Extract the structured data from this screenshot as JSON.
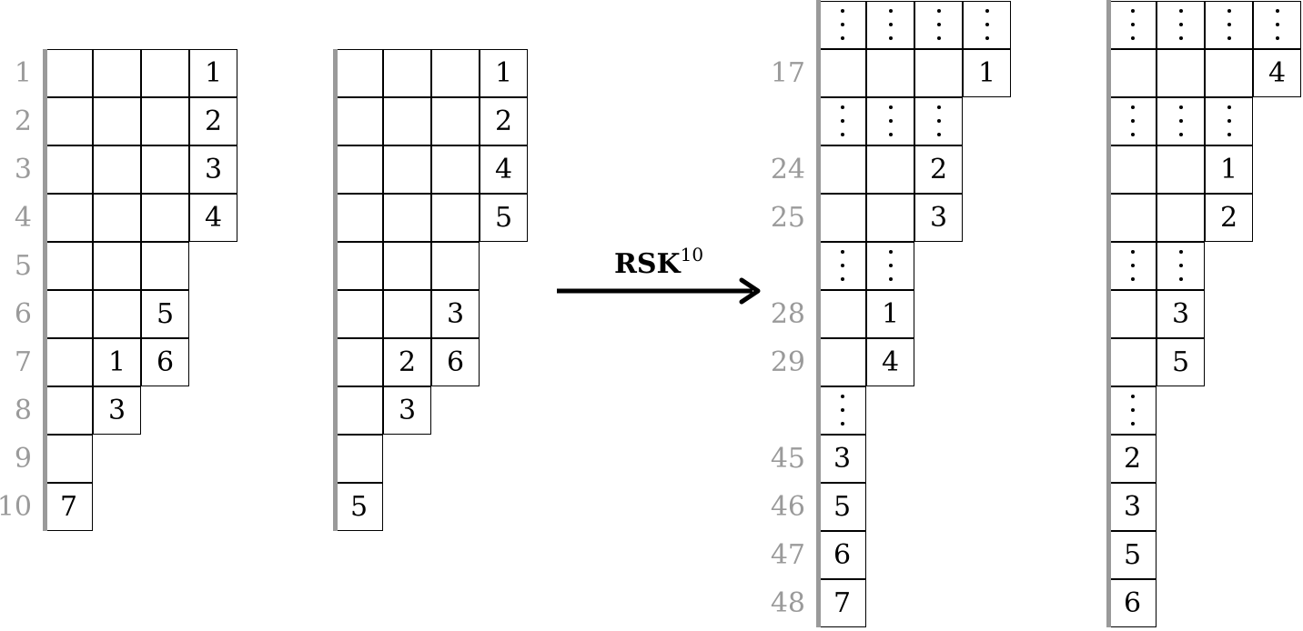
{
  "arrow": {
    "label": "RSK",
    "exponent": "10"
  },
  "left_pair": {
    "row_labels": [
      "1",
      "2",
      "3",
      "4",
      "5",
      "6",
      "7",
      "8",
      "9",
      "10"
    ],
    "row_lengths": [
      4,
      4,
      4,
      4,
      3,
      3,
      3,
      2,
      1,
      1
    ],
    "P": {
      "entries": [
        {
          "row": 0,
          "col": 3,
          "value": "1"
        },
        {
          "row": 1,
          "col": 3,
          "value": "2"
        },
        {
          "row": 2,
          "col": 3,
          "value": "3"
        },
        {
          "row": 3,
          "col": 3,
          "value": "4"
        },
        {
          "row": 5,
          "col": 2,
          "value": "5"
        },
        {
          "row": 6,
          "col": 1,
          "value": "1"
        },
        {
          "row": 6,
          "col": 2,
          "value": "6"
        },
        {
          "row": 7,
          "col": 1,
          "value": "3"
        },
        {
          "row": 9,
          "col": 0,
          "value": "7"
        }
      ]
    },
    "Q": {
      "entries": [
        {
          "row": 0,
          "col": 3,
          "value": "1"
        },
        {
          "row": 1,
          "col": 3,
          "value": "2"
        },
        {
          "row": 2,
          "col": 3,
          "value": "4"
        },
        {
          "row": 3,
          "col": 3,
          "value": "5"
        },
        {
          "row": 5,
          "col": 2,
          "value": "3"
        },
        {
          "row": 6,
          "col": 1,
          "value": "2"
        },
        {
          "row": 6,
          "col": 2,
          "value": "6"
        },
        {
          "row": 7,
          "col": 1,
          "value": "3"
        },
        {
          "row": 9,
          "col": 0,
          "value": "5"
        }
      ]
    }
  },
  "right_pair": {
    "rows": [
      {
        "label": "",
        "length": 4,
        "dots": true
      },
      {
        "label": "17",
        "length": 4,
        "dots": false
      },
      {
        "label": "",
        "length": 3,
        "dots": true
      },
      {
        "label": "24",
        "length": 3,
        "dots": false
      },
      {
        "label": "25",
        "length": 3,
        "dots": false
      },
      {
        "label": "",
        "length": 2,
        "dots": true
      },
      {
        "label": "28",
        "length": 2,
        "dots": false
      },
      {
        "label": "29",
        "length": 2,
        "dots": false
      },
      {
        "label": "",
        "length": 1,
        "dots": true
      },
      {
        "label": "45",
        "length": 1,
        "dots": false
      },
      {
        "label": "46",
        "length": 1,
        "dots": false
      },
      {
        "label": "47",
        "length": 1,
        "dots": false
      },
      {
        "label": "48",
        "length": 1,
        "dots": false
      }
    ],
    "P": {
      "entries": [
        {
          "row": 1,
          "col": 3,
          "value": "1"
        },
        {
          "row": 3,
          "col": 2,
          "value": "2"
        },
        {
          "row": 4,
          "col": 2,
          "value": "3"
        },
        {
          "row": 6,
          "col": 1,
          "value": "1"
        },
        {
          "row": 7,
          "col": 1,
          "value": "4"
        },
        {
          "row": 9,
          "col": 0,
          "value": "3"
        },
        {
          "row": 10,
          "col": 0,
          "value": "5"
        },
        {
          "row": 11,
          "col": 0,
          "value": "6"
        },
        {
          "row": 12,
          "col": 0,
          "value": "7"
        }
      ]
    },
    "Q": {
      "entries": [
        {
          "row": 1,
          "col": 3,
          "value": "4"
        },
        {
          "row": 3,
          "col": 2,
          "value": "1"
        },
        {
          "row": 4,
          "col": 2,
          "value": "2"
        },
        {
          "row": 6,
          "col": 1,
          "value": "3"
        },
        {
          "row": 7,
          "col": 1,
          "value": "5"
        },
        {
          "row": 9,
          "col": 0,
          "value": "2"
        },
        {
          "row": 10,
          "col": 0,
          "value": "3"
        },
        {
          "row": 11,
          "col": 0,
          "value": "5"
        },
        {
          "row": 12,
          "col": 0,
          "value": "6"
        }
      ]
    }
  }
}
